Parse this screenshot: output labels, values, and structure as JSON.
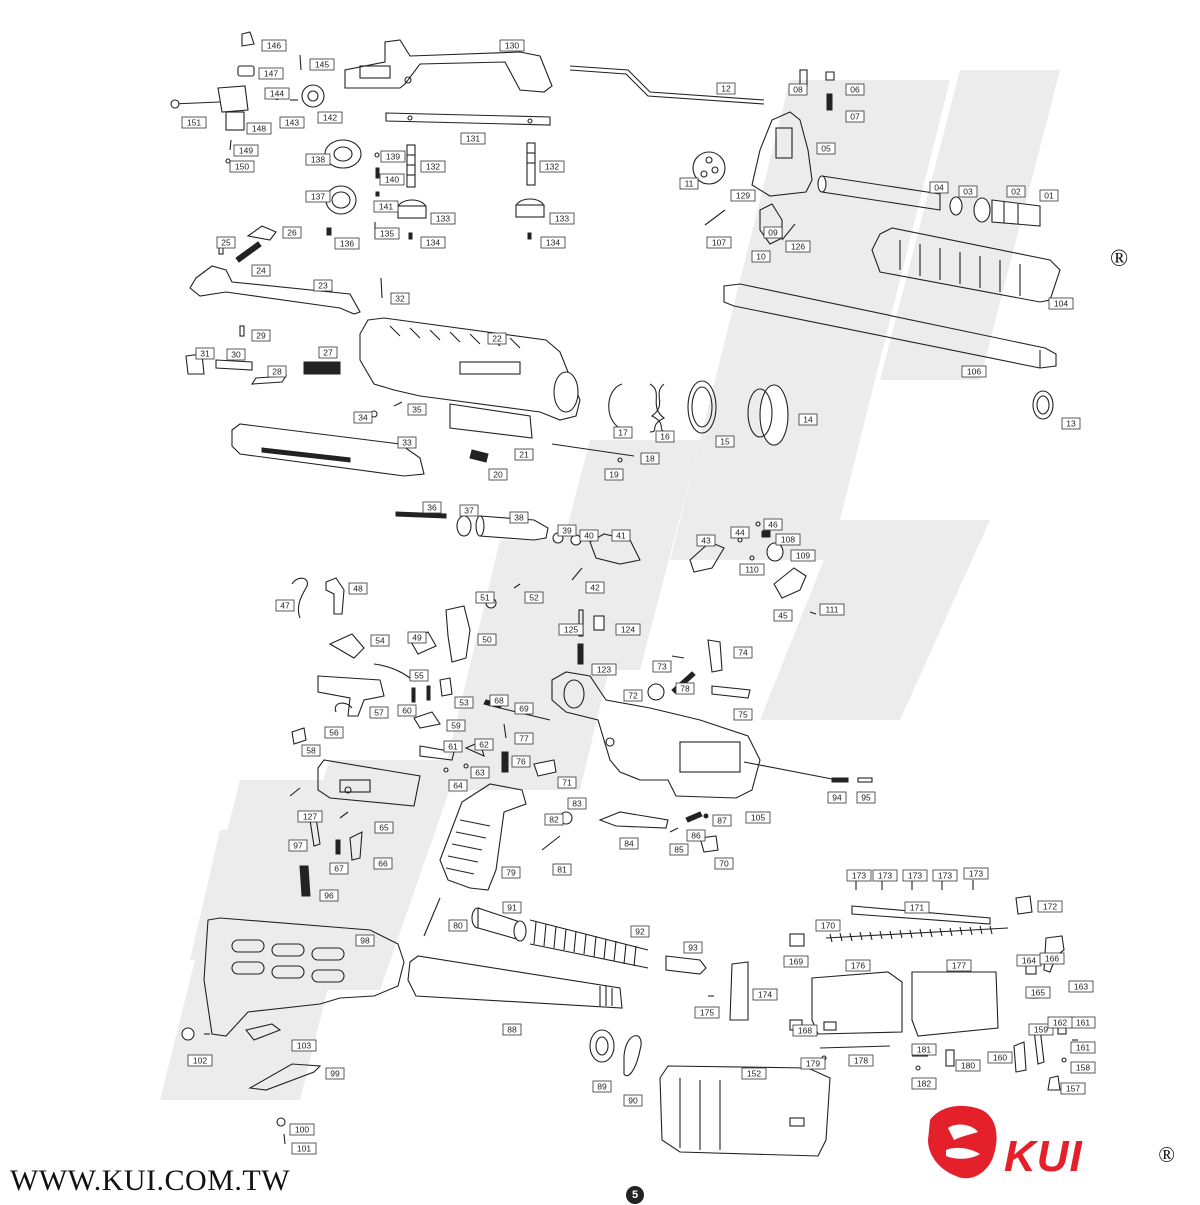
{
  "diagram": {
    "website": "WWW.KUI.COM.TW",
    "brand": "KUI",
    "registered_mark": "®",
    "page_number": "5",
    "watermark": "KUI",
    "colors": {
      "ink": "#222222",
      "watermark": "#ececec",
      "brand": "#e4202a"
    },
    "part_labels": [
      "01",
      "02",
      "03",
      "04",
      "05",
      "06",
      "07",
      "08",
      "09",
      "10",
      "11",
      "12",
      "13",
      "14",
      "15",
      "16",
      "17",
      "18",
      "19",
      "20",
      "21",
      "22",
      "23",
      "24",
      "25",
      "26",
      "27",
      "28",
      "29",
      "30",
      "31",
      "32",
      "33",
      "34",
      "35",
      "36",
      "37",
      "38",
      "39",
      "40",
      "41",
      "42",
      "43",
      "44",
      "45",
      "46",
      "47",
      "48",
      "49",
      "50",
      "51",
      "52",
      "53",
      "54",
      "55",
      "56",
      "57",
      "58",
      "59",
      "60",
      "61",
      "62",
      "63",
      "64",
      "65",
      "66",
      "67",
      "68",
      "69",
      "70",
      "71",
      "72",
      "73",
      "74",
      "75",
      "76",
      "77",
      "78",
      "79",
      "80",
      "81",
      "82",
      "83",
      "84",
      "85",
      "86",
      "87",
      "88",
      "89",
      "90",
      "91",
      "92",
      "93",
      "94",
      "95",
      "96",
      "97",
      "98",
      "99",
      "100",
      "101",
      "102",
      "103",
      "104",
      "105",
      "106",
      "107",
      "108",
      "109",
      "110",
      "111",
      "123",
      "124",
      "125",
      "126",
      "127",
      "129",
      "130",
      "131",
      "132",
      "132",
      "133",
      "133",
      "134",
      "134",
      "135",
      "136",
      "137",
      "138",
      "139",
      "140",
      "141",
      "142",
      "143",
      "144",
      "145",
      "146",
      "147",
      "148",
      "149",
      "150",
      "151",
      "152",
      "157",
      "158",
      "159",
      "160",
      "161",
      "161",
      "162",
      "163",
      "164",
      "165",
      "166",
      "168",
      "169",
      "170",
      "171",
      "172",
      "173",
      "173",
      "173",
      "173",
      "173",
      "174",
      "175",
      "176",
      "177",
      "178",
      "179",
      "180",
      "181",
      "182"
    ]
  }
}
